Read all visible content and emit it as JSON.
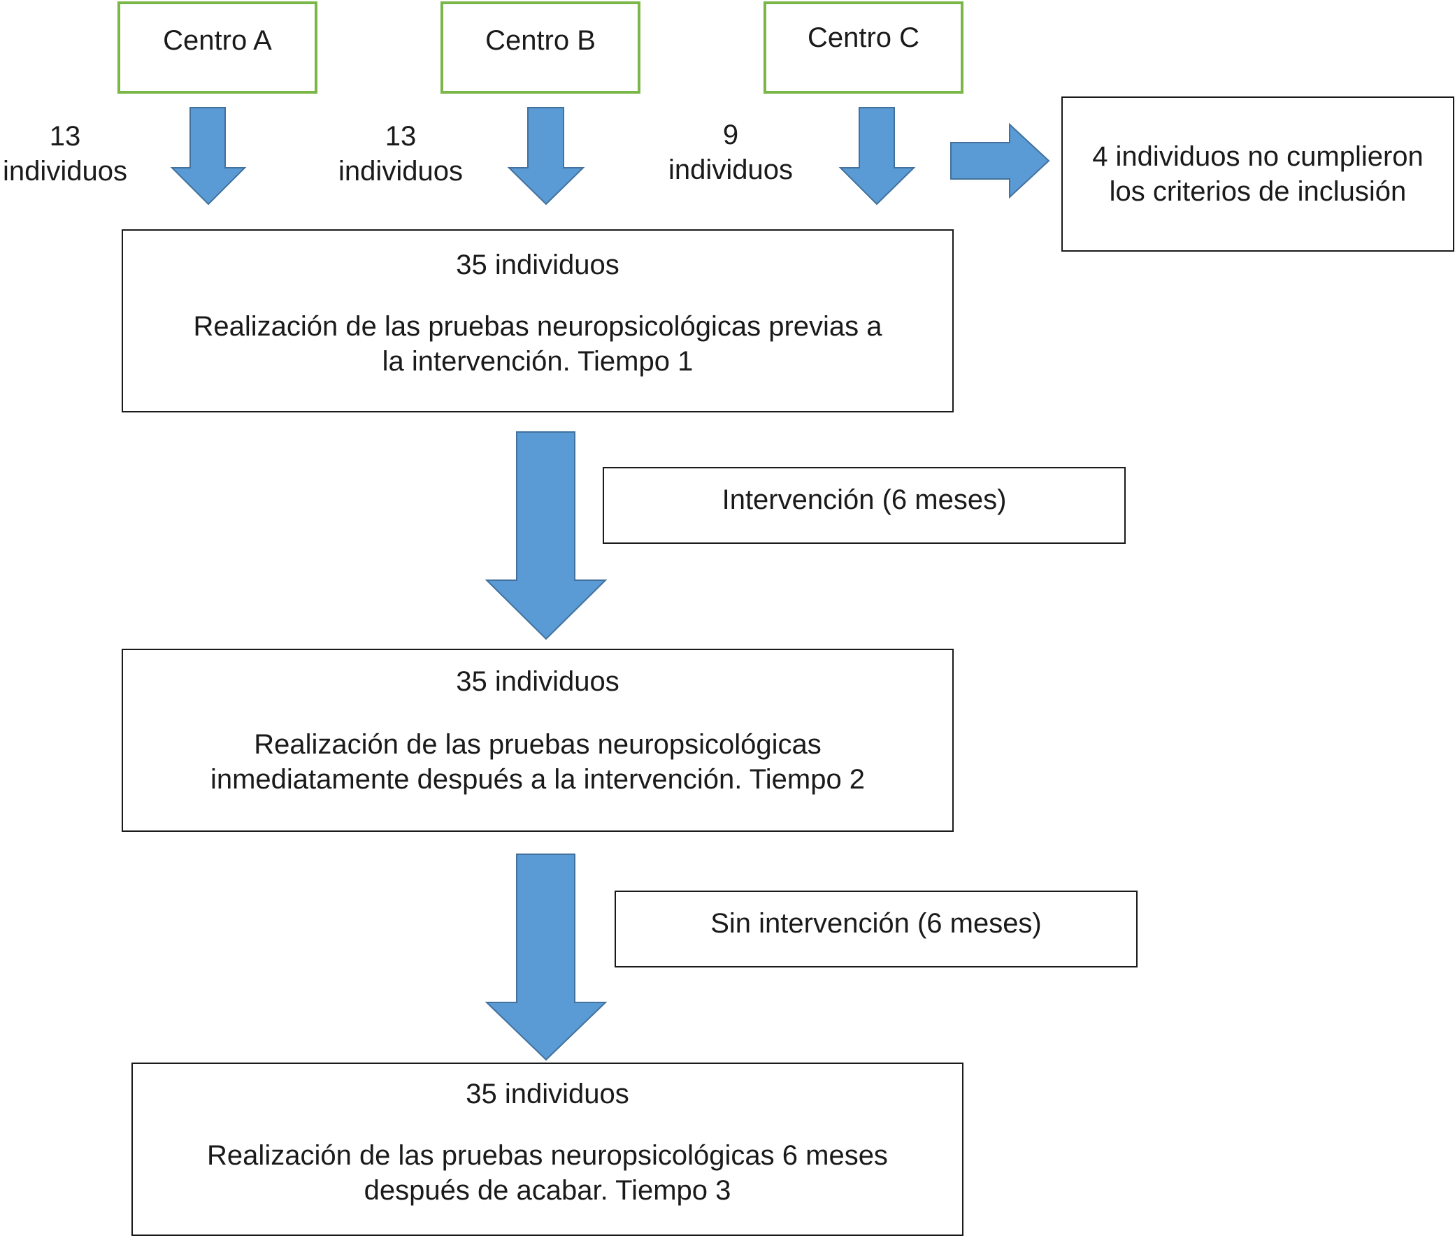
{
  "centers": [
    {
      "label": "Centro A",
      "count": "13",
      "unit": "individuos"
    },
    {
      "label": "Centro B",
      "count": "13",
      "unit": "individuos"
    },
    {
      "label": "Centro C",
      "count": "9",
      "unit": "individuos"
    }
  ],
  "exclusion": {
    "text": "4 individuos no cumplieron los criterios de inclusión"
  },
  "steps": [
    {
      "count": "35 individuos",
      "desc": "Realización de las pruebas neuropsicológicas previas a la intervención. Tiempo 1"
    },
    {
      "count": "35 individuos",
      "desc": "Realización de las pruebas neuropsicológicas inmediatamente después a la intervención. Tiempo 2"
    },
    {
      "count": "35 individuos",
      "desc": "Realización de las pruebas neuropsicológicas 6 meses después de acabar. Tiempo 3"
    }
  ],
  "phases": [
    {
      "label": "Intervención (6 meses)"
    },
    {
      "label": "Sin intervención (6 meses)"
    }
  ],
  "colors": {
    "arrow_fill": "#5b9bd5",
    "arrow_stroke": "#41719c",
    "center_border": "#7ab648"
  }
}
